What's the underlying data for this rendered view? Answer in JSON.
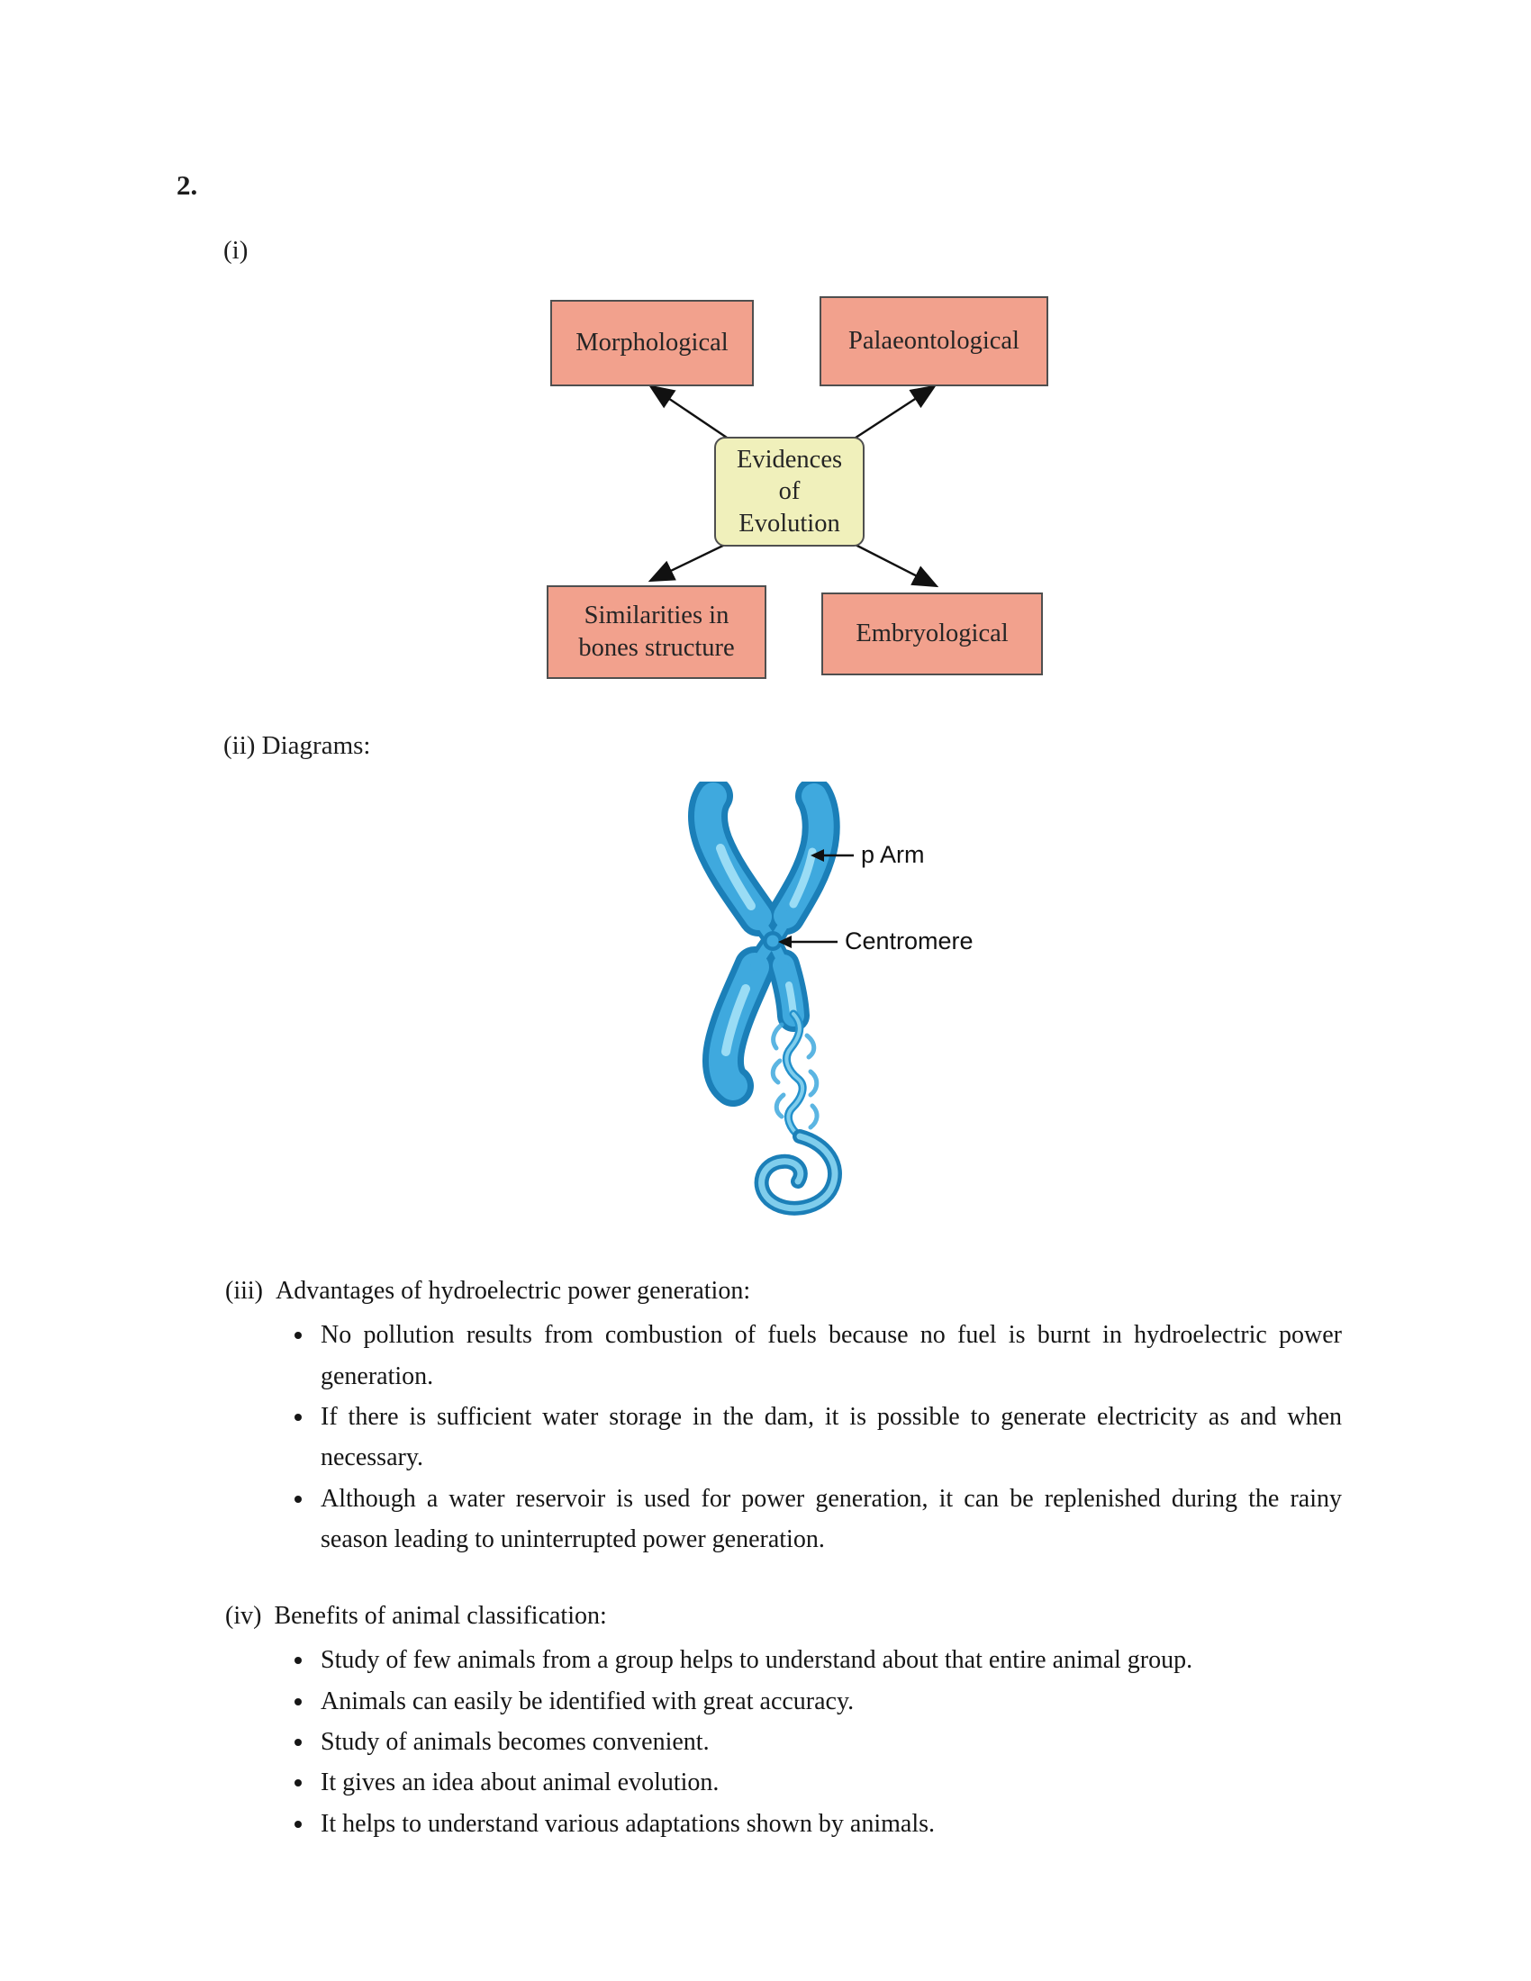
{
  "question_number": "2.",
  "part_i": {
    "label": "(i)",
    "diagram": {
      "center_box": "Evidences\nof\nEvolution",
      "top_left_box": "Morphological",
      "top_right_box": "Palaeontological",
      "bottom_left_box": "Similarities in\nbones structure",
      "bottom_right_box": "Embryological"
    }
  },
  "part_ii": {
    "label": "(ii) Diagrams:",
    "chromosome": {
      "p_arm_label": "p Arm",
      "centromere_label": "Centromere"
    }
  },
  "part_iii": {
    "label": "(iii)",
    "title": "Advantages of hydroelectric power generation:",
    "bullets": [
      "No pollution results from combustion of fuels because no fuel is burnt in hydroelectric power generation.",
      "If there is sufficient water storage in the dam, it is possible to generate electricity as and when necessary.",
      "Although a water reservoir is used for power generation, it can be replenished during the rainy season leading to uninterrupted power generation."
    ]
  },
  "part_iv": {
    "label": "(iv)",
    "title": "Benefits of animal classification:",
    "bullets": [
      "Study of few animals from a group helps to understand about that entire animal group.",
      "Animals can easily be identified with great accuracy.",
      "Study of animals becomes convenient.",
      "It gives an idea about animal evolution.",
      "It helps to understand various adaptations shown by animals."
    ]
  },
  "colors": {
    "evidence_box_fill": "#f0f0bb",
    "outer_box_fill": "#f2a18d",
    "box_border": "#4f4f4f",
    "chromosome_blue_dark": "#1b7fb8",
    "chromosome_blue_mid": "#3fa9de",
    "chromosome_blue_light": "#9adcf5"
  }
}
